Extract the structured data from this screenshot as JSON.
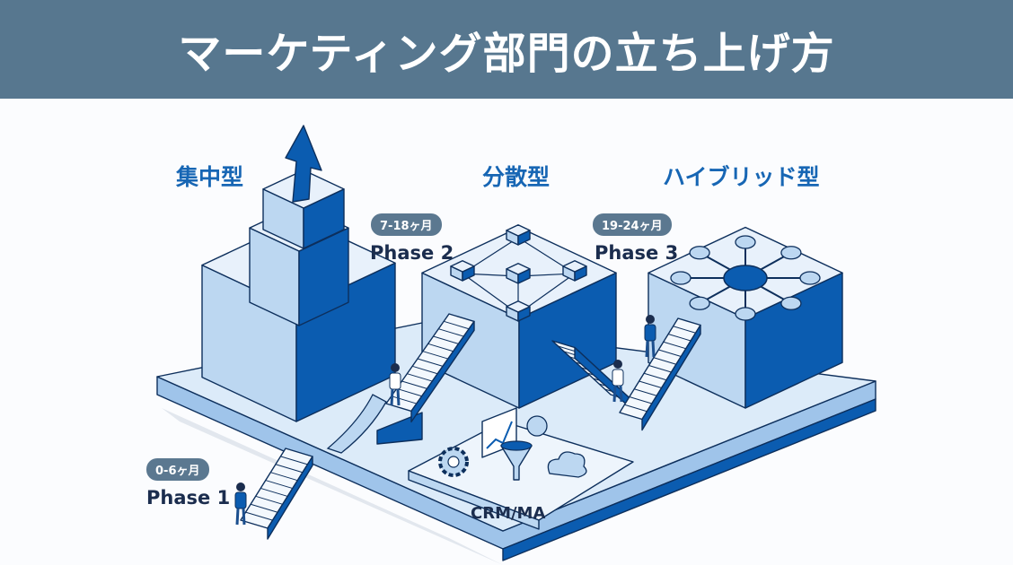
{
  "header": {
    "title": "マーケティング部門の立ち上げ方"
  },
  "models": {
    "centralized": "集中型",
    "distributed": "分散型",
    "hybrid": "ハイブリッド型"
  },
  "phases": [
    {
      "period": "0-6ヶ月",
      "label": "Phase 1"
    },
    {
      "period": "7-18ヶ月",
      "label": "Phase 2"
    },
    {
      "period": "19-24ヶ月",
      "label": "Phase 3"
    }
  ],
  "tools": {
    "label": "CRM/MA"
  },
  "colors": {
    "header": "#57778f",
    "accent": "#0b5cb0",
    "light": "#bcd7f1",
    "text": "#1b2d4e"
  }
}
